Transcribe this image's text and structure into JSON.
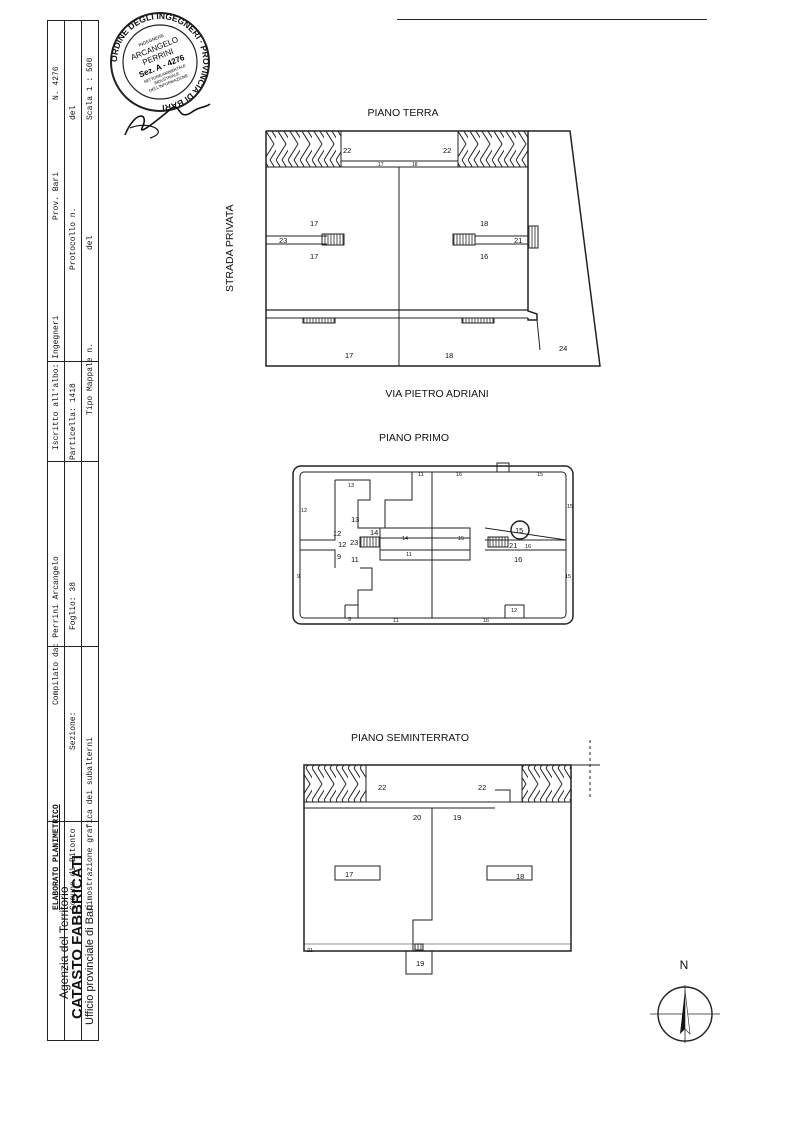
{
  "strip": {
    "row1": {
      "doc": "ELABORATO PLANIMETRICO",
      "compiled": "Compilato da: Perrini Arcangelo",
      "register": "Iscritto all'albo: Ingegneri",
      "prov": "Prov. Bari",
      "num": "N. 4276"
    },
    "row2": {
      "comune": "Comune di Bitonto",
      "sezione": "Sezione:",
      "foglio": "Foglio: 38",
      "particella": "Particella: 1418",
      "protocollo": "Protocollo n.",
      "del": "del"
    },
    "row3": {
      "dim": "Dimostrazione grafica dei subalterni",
      "tipo": "Tipo Mappale n.",
      "del": "del",
      "scala": "Scala 1 : 500"
    }
  },
  "agency": {
    "line1": "Agenzia del Territorio",
    "line2": "CATASTO FABBRICATI",
    "line3": "Ufficio provinciale di Bari"
  },
  "stamp": {
    "outer": "ORDINE DEGLI INGEGNERI · PROVINCIA DI BARI",
    "l1": "INGEGNERE",
    "l2": "ARCANGELO",
    "l3": "PERRINI",
    "l4": "Sez. A - 4276",
    "l5": "SETTORE AMBIENTALE",
    "l6": "INDUSTRIALE",
    "l7": "DELL'INFORMAZIONE"
  },
  "ground": {
    "title": "PIANO TERRA",
    "street_left": "STRADA PRIVATA",
    "street_bottom": "VIA PIETRO ADRIANI",
    "labels": [
      "22",
      "22",
      "17",
      "18",
      "17",
      "18",
      "23",
      "21",
      "17",
      "16",
      "17",
      "18",
      "24"
    ]
  },
  "first": {
    "title": "PIANO PRIMO",
    "labels": [
      "11",
      "16",
      "15",
      "13",
      "12",
      "13",
      "15",
      "12",
      "14",
      "14",
      "15",
      "15",
      "12",
      "23",
      "21",
      "16",
      "9",
      "11",
      "11",
      "16",
      "9",
      "15",
      "9",
      "11",
      "16",
      "12"
    ]
  },
  "basement": {
    "title": "PIANO SEMINTERRATO",
    "labels": [
      "22",
      "22",
      "20",
      "19",
      "17",
      "18",
      "21",
      "19"
    ]
  },
  "north": "N"
}
